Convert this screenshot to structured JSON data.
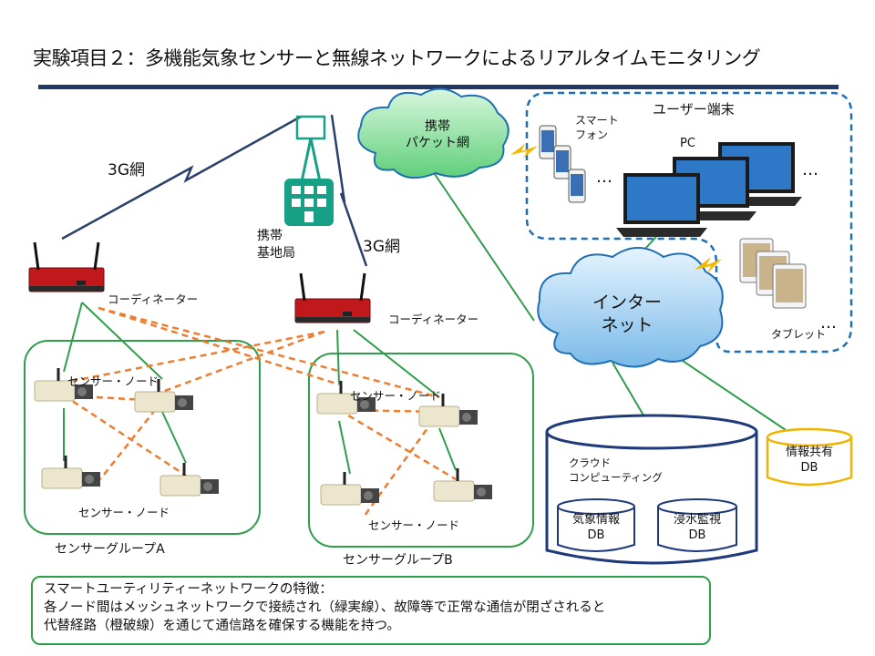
{
  "title": "実験項目２：多機能気象センサーと無線ネットワークによるリアルタイムモニタリング",
  "network_3g_left": "3G網",
  "network_3g_right": "3G網",
  "base_station": [
    "携帯",
    "基地局"
  ],
  "packet_network": [
    "携帯",
    "パケット網"
  ],
  "internet": [
    "インター",
    "ネット"
  ],
  "user_terminals": "ユーザー端末",
  "smartphone": [
    "スマート",
    "フォン"
  ],
  "pc": "PC",
  "tablet": "タブレット",
  "ellipsis": "…",
  "coordinator": "コーディネーター",
  "sensor_node": "センサー・ノード",
  "group_a": "センサーグループA",
  "group_b": "センサーグループB",
  "cloud_db": {
    "label": [
      "クラウド",
      "コンピューティング"
    ],
    "weather_db": [
      "気象情報",
      "DB"
    ],
    "flood_db": [
      "浸水監視",
      "DB"
    ]
  },
  "shared_db": [
    "情報共有",
    "DB"
  ],
  "note": {
    "heading": "スマートユーティリティーネットワークの特徴：",
    "line1": "各ノード間はメッシュネットワークで接続され（緑実線）、故障等で正常な通信が閉ざされると",
    "line2": "代替経路（橙破線）を通じて通信路を確保する機能を持つ。"
  },
  "colors": {
    "green_line": "#2e9e4a",
    "orange_dash": "#ed7d31",
    "navy": "#1f3864",
    "dashed_blue": "#1f6fb5",
    "db_navy": "#1f3a7a",
    "db_yellow": "#f0b400",
    "cloud_green": "#8fe0a0",
    "cloud_blue": "#9fd0f0"
  }
}
